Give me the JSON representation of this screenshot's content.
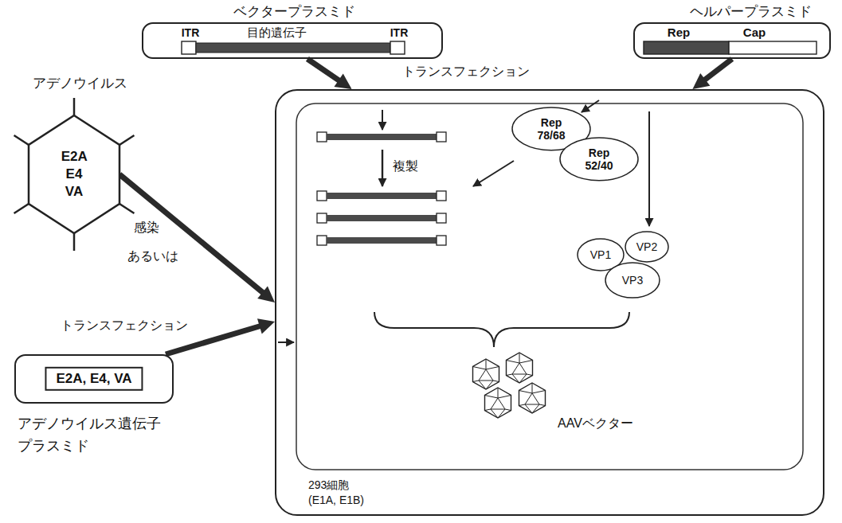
{
  "diagram": {
    "nodes": [
      {
        "text": [
          "ベクタープラスミド",
          "ITR",
          "目的遺伝子",
          "ITR"
        ]
      },
      {
        "text": [
          "ヘルパープラスミド",
          "Rep",
          "Cap"
        ]
      },
      {
        "text": [
          "アデノウイルス",
          "E2A E4 VA"
        ]
      },
      {
        "text": [
          "293細胞 (E1A, E1B)"
        ]
      },
      {
        "text": [
          "Rep 78/68"
        ],
        "in": 3
      },
      {
        "text": [
          "Rep 52/40"
        ],
        "in": 3
      },
      {
        "text": [
          "VP1"
        ],
        "in": 3
      },
      {
        "text": [
          "VP2"
        ],
        "in": 3
      },
      {
        "text": [
          "VP3"
        ],
        "in": 3
      },
      {
        "text": [
          "E2A, E4, VA",
          "アデノウイルス遺伝子 プラスミド"
        ]
      }
    ],
    "edges": [
      {
        "from": 0,
        "to": 3,
        "arrow": "to"
      },
      {
        "from": 1,
        "to": 3,
        "arrow": "to"
      },
      {
        "from": 2,
        "to": 3,
        "arrow": "to"
      },
      {
        "from": 9,
        "to": 3,
        "arrow": "to"
      }
    ],
    "labels": [
      "トランスフェクション",
      "感染",
      "あるいは",
      "トランスフェクション",
      "複製",
      "AAVベクター"
    ]
  }
}
